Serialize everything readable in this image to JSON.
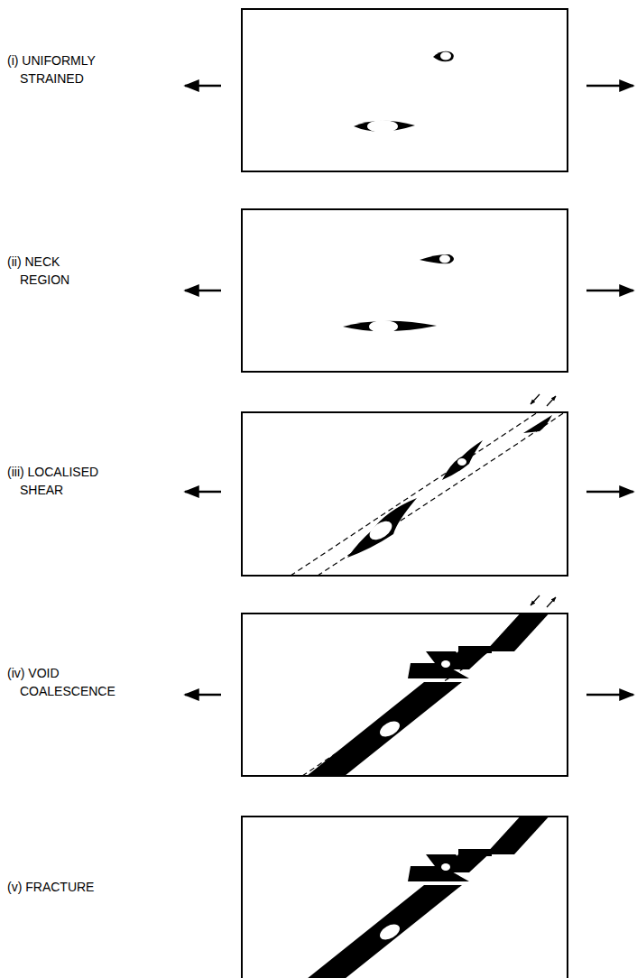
{
  "diagram": {
    "labels": [
      "(i) UNIFORMLY STRAINED",
      "(ii) NECK REGION",
      "(iii) LOCALISED SHEAR",
      "(iv) VOID COALESCENCE",
      "(v) FRACTURE"
    ]
  }
}
